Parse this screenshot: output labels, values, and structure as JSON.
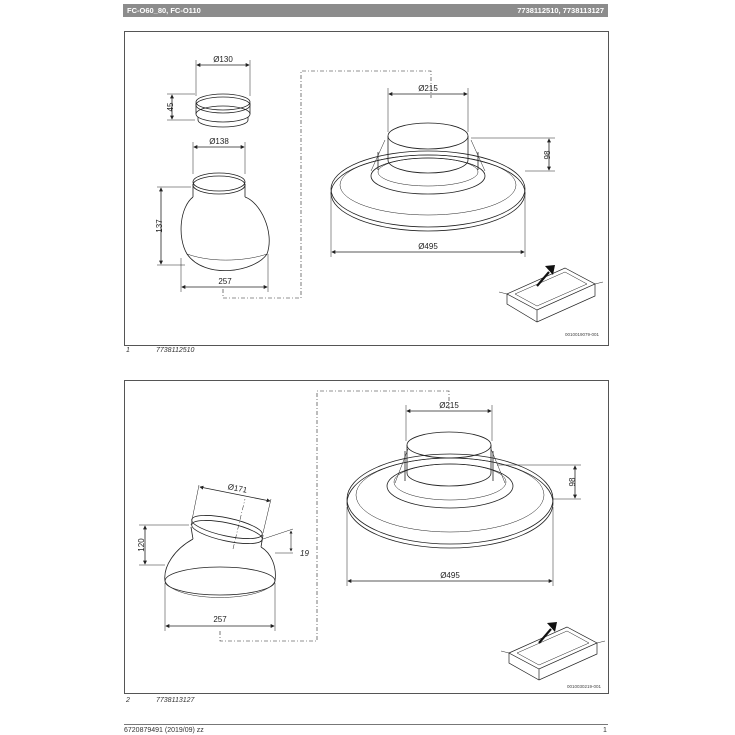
{
  "header": {
    "left": "FC-O60_80, FC-O110",
    "right": "7738112510, 7738113127"
  },
  "figure1": {
    "dims": {
      "d130": "Ø130",
      "h45": "45",
      "d138": "Ø138",
      "h137": "137",
      "w257": "257",
      "d215": "Ø215",
      "h98": "98",
      "d495": "Ø495"
    },
    "code": "0010019079-001",
    "caption_num": "1",
    "caption_text": "7738112510"
  },
  "figure2": {
    "dims": {
      "d171": "Ø171",
      "h120": "120",
      "h19": "19",
      "w257": "257",
      "d215": "Ø215",
      "h98": "98",
      "d495": "Ø495"
    },
    "code": "0010030219-001",
    "caption_num": "2",
    "caption_text": "7738113127"
  },
  "footer": {
    "left": "6720879491 (2019/09) zz",
    "right": "1"
  }
}
